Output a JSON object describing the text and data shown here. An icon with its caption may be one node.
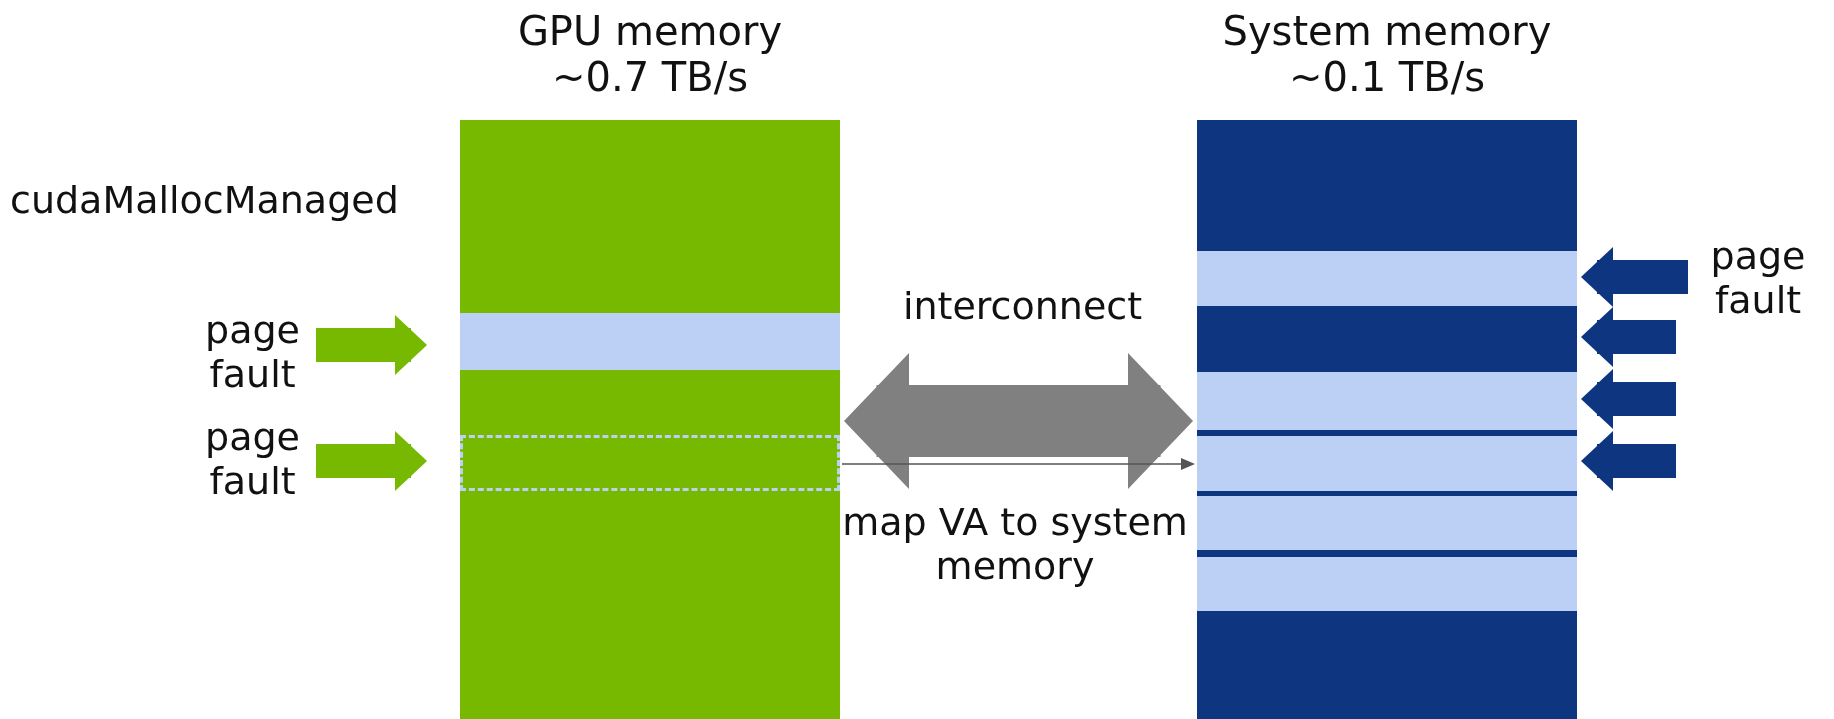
{
  "diagram": {
    "nodes": [
      {
        "text": [
          "GPU memory ~0.7 TB/s"
        ]
      },
      {
        "text": [],
        "shape": "box",
        "in": 0
      },
      {
        "text": [],
        "shape": "box",
        "in": 0
      },
      {
        "text": [
          "System memory ~0.1 TB/s"
        ]
      },
      {
        "text": [],
        "shape": "box",
        "in": 3
      },
      {
        "text": [],
        "shape": "box",
        "in": 3
      },
      {
        "text": [],
        "shape": "box",
        "in": 3
      },
      {
        "text": [],
        "shape": "box",
        "in": 3
      },
      {
        "text": [],
        "shape": "box",
        "in": 3
      },
      {
        "text": [
          "page fault"
        ]
      },
      {
        "text": [
          "page fault"
        ]
      },
      {
        "text": [
          "page fault"
        ]
      }
    ],
    "edges": [
      {
        "from": 9,
        "to": 1,
        "arrow": "to",
        "color": "#76b900"
      },
      {
        "from": 10,
        "to": 2,
        "arrow": "to",
        "color": "#76b900"
      },
      {
        "from": 11,
        "to": 4,
        "arrow": "to",
        "color": "#0e3680"
      },
      {
        "from": null,
        "to": 3,
        "arrow": "to",
        "color": "#0e3680"
      },
      {
        "from": null,
        "to": 5,
        "arrow": "to",
        "color": "#0e3680"
      },
      {
        "from": null,
        "to": 6,
        "arrow": "to",
        "color": "#0e3680"
      },
      {
        "from": 0,
        "to": 3,
        "arrow": "both",
        "style": "thick",
        "color": "#808080",
        "label": "interconnect"
      },
      {
        "from": 2,
        "to": 6,
        "arrow": "to",
        "color": "#555555",
        "label": "map VA to system memory"
      }
    ],
    "labels": [
      "cudaMallocManaged"
    ]
  }
}
